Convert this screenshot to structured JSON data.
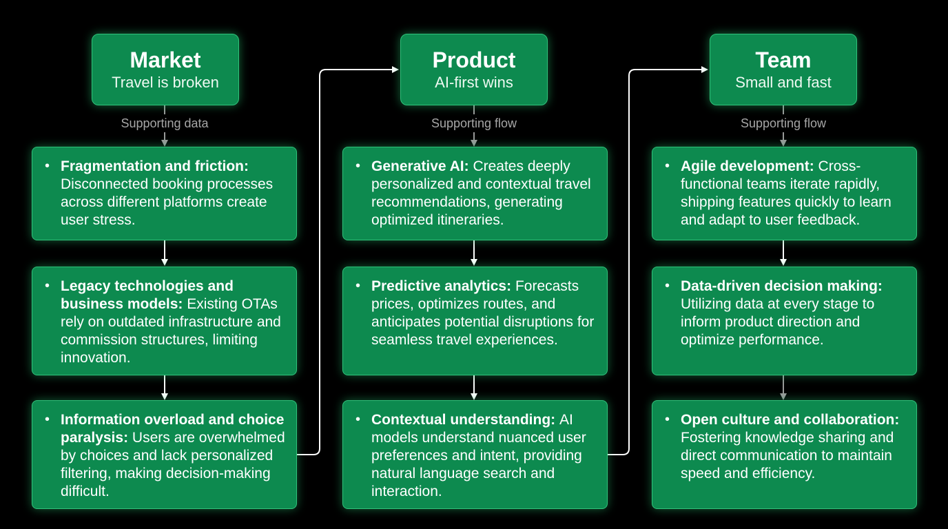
{
  "columns": [
    {
      "title": "Market",
      "subtitle": "Travel is broken",
      "sublabel": "Supporting data",
      "cards": [
        {
          "lead": "Fragmentation and friction:",
          "body": "Disconnected booking processes across different platforms create user stress."
        },
        {
          "lead": "Legacy technologies and business models:",
          "body": "Existing OTAs rely on outdated infrastructure and commission structures, limiting innovation."
        },
        {
          "lead": "Information overload and choice paralysis:",
          "body": "Users are overwhelmed by choices and lack personalized filtering, making decision-making difficult."
        }
      ]
    },
    {
      "title": "Product",
      "subtitle": "AI-first wins",
      "sublabel": "Supporting flow",
      "cards": [
        {
          "lead": "Generative AI:",
          "body": "Creates deeply personalized and contextual travel recommendations, generating optimized itineraries."
        },
        {
          "lead": "Predictive analytics:",
          "body": "Forecasts prices, optimizes routes, and anticipates potential disruptions for seamless travel experiences."
        },
        {
          "lead": "Contextual understanding:",
          "body": "AI models understand nuanced user preferences and intent, providing natural language search and interaction."
        }
      ]
    },
    {
      "title": "Team",
      "subtitle": "Small and fast",
      "sublabel": "Supporting flow",
      "cards": [
        {
          "lead": "Agile development:",
          "body": "Cross-functional teams iterate rapidly, shipping features quickly to learn and adapt to user feedback."
        },
        {
          "lead": "Data-driven decision making:",
          "body": "Utilizing data at every stage to inform product direction and optimize performance."
        },
        {
          "lead": "Open culture and collaboration:",
          "body": "Fostering knowledge sharing and direct communication to maintain speed and efficiency."
        }
      ]
    }
  ],
  "colors": {
    "background": "#000000",
    "box_fill": "#0d8a4f",
    "box_border": "#2fc27a",
    "connector_white": "#ffffff",
    "connector_grey": "#9a9a9a",
    "sublabel_text": "#a7a7a7"
  }
}
